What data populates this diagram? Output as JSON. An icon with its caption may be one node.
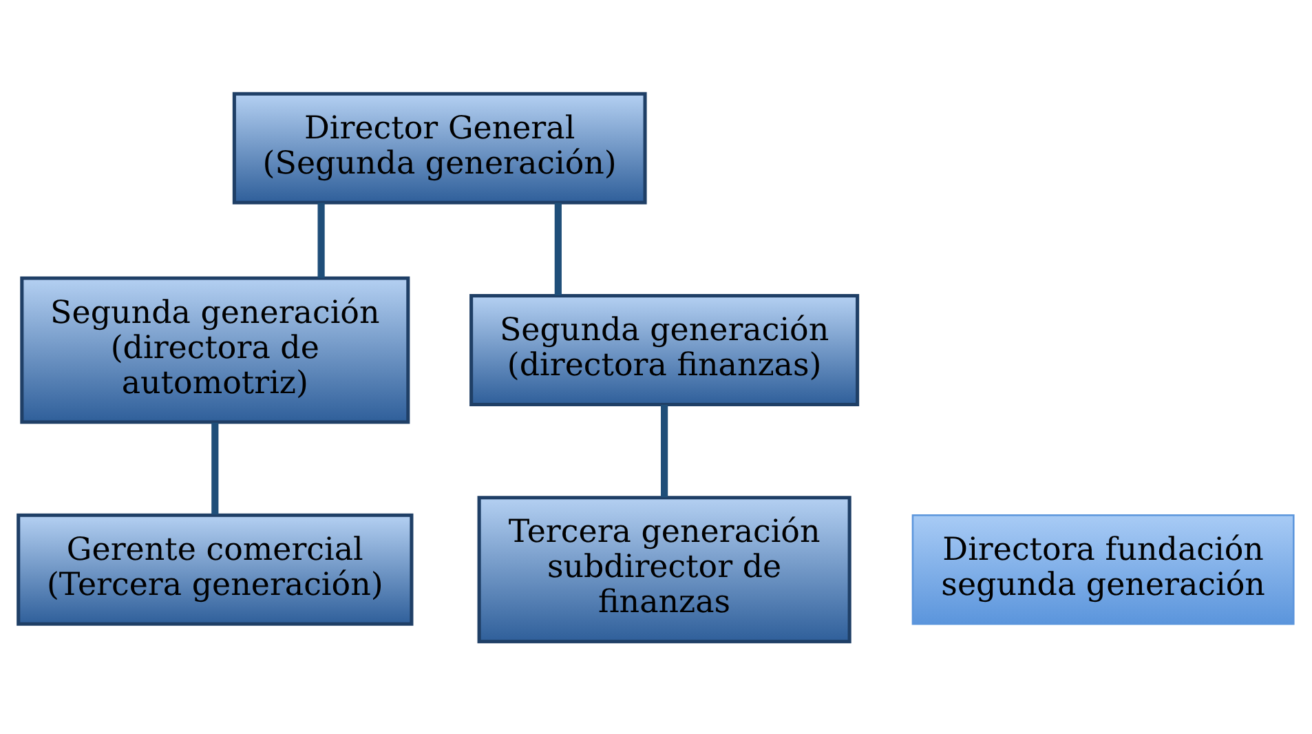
{
  "diagram": {
    "nodes": [
      {
        "text": [
          "Director General (Segunda generación)"
        ]
      },
      {
        "text": [
          "Segunda generación (directora de automotriz)"
        ]
      },
      {
        "text": [
          "Segunda generación (directora finanzas)"
        ]
      },
      {
        "text": [
          "Gerente comercial (Tercera generación)"
        ]
      },
      {
        "text": [
          "Tercera generación",
          "subdirector de finanzas"
        ]
      },
      {
        "text": [
          "Directora fundación segunda generación"
        ]
      }
    ],
    "edges": [
      {
        "from": 0,
        "to": 1,
        "arrow": "none"
      },
      {
        "from": 0,
        "to": 2,
        "arrow": "none"
      },
      {
        "from": 1,
        "to": 3,
        "arrow": "none"
      },
      {
        "from": 2,
        "to": 4,
        "arrow": "none"
      }
    ]
  }
}
